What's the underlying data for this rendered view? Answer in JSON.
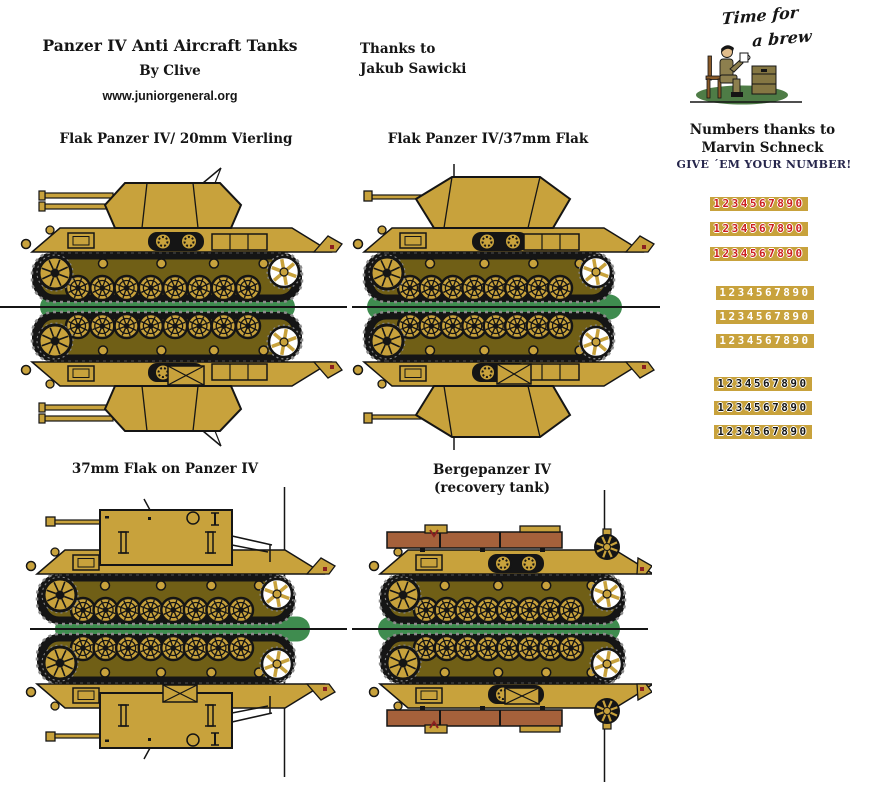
{
  "header": {
    "title": "Panzer IV Anti Aircraft Tanks",
    "byline": "By Clive",
    "website": "www.juniorgeneral.org",
    "thanks_line1": "Thanks to",
    "thanks_line2": "Jakub Sawicki"
  },
  "brew": {
    "line1": "Time for",
    "line2": "a brew"
  },
  "numbers": {
    "credit_line1": "Numbers thanks to",
    "credit_line2": "Marvin Schneck",
    "cta": "GIVE ´EM YOUR NUMBER!",
    "digits": "1234567890",
    "groups": [
      {
        "style": "red-on-tan",
        "rows": 3
      },
      {
        "style": "white-on-tan",
        "rows": 3
      },
      {
        "style": "black-on-tan",
        "rows": 3
      }
    ]
  },
  "tanks": [
    {
      "label": "Flak Panzer IV/ 20mm Vierling"
    },
    {
      "label": "Flak Panzer IV/37mm Flak"
    },
    {
      "label": "37mm Flak on Panzer IV"
    },
    {
      "label": "Bergepanzer IV",
      "label2": "(recovery tank)"
    }
  ],
  "colors": {
    "tan": "#C8A23C",
    "olive": "#705F16",
    "green_base": "#3F8C4F",
    "track_gray": "#8C8C8C",
    "wood_brown": "#A5613B",
    "strip_bg": "#C8A23C",
    "digit_red": "#CC1F1F",
    "digit_white": "#FFFFFF",
    "digit_black": "#151515",
    "outline": "#151515",
    "cta_color": "#26264C",
    "taillight_red": "#8B2020"
  }
}
